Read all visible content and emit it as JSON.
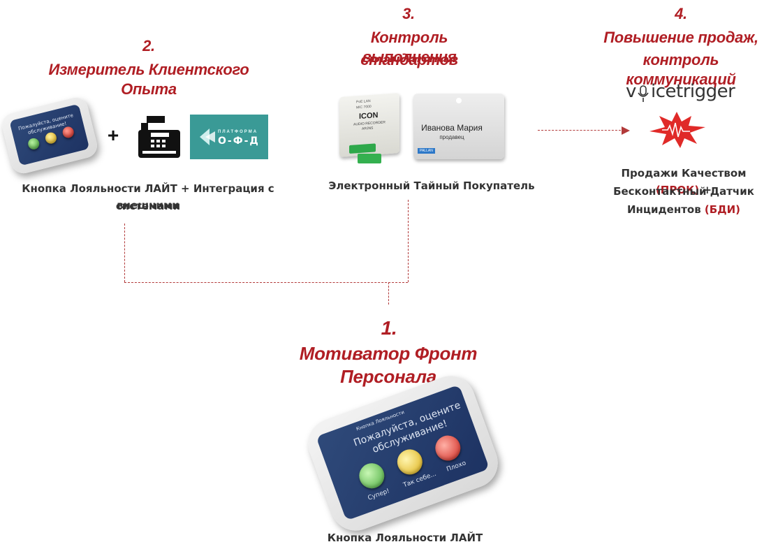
{
  "step1": {
    "number": "1.",
    "title": "Мотиватор Фронт Персонала",
    "caption": "Кнопка Лояльности ЛАЙТ"
  },
  "step2": {
    "number": "2.",
    "title": "Измеритель Клиентского Опыта",
    "caption_line1": "Кнопка Лояльности ЛАЙТ + Интеграция с внешними",
    "caption_line2": "системами",
    "plus": "+",
    "ofd_top": "ПЛАТФОРМА",
    "ofd_main": "О-Ф-Д"
  },
  "step3": {
    "number": "3.",
    "title_line1": "Контроль выполнения",
    "title_line2": "стандартов",
    "caption": "Электронный Тайный Покупатель",
    "recorder_label": "ICON",
    "recorder_sub1": "AUDIO RECORDER",
    "recorder_sub2": "ARJNS",
    "recorder_top1": "PoE LAN",
    "recorder_top2": "MIC 7000",
    "badge_name": "Иванова Мария",
    "badge_role": "продавец",
    "badge_brand": "PALLAN"
  },
  "step4": {
    "number": "4.",
    "title_line1": "Повышение продаж,",
    "title_line2": "контроль коммуникаций",
    "logo_v": "v",
    "logo_rest": "icetrigger",
    "caption_l1_a": "Продажи Качеством ",
    "caption_l1_b": "(ПРОК)",
    "caption_l1_c": " +",
    "caption_l2": "Бесконтактный Датчик",
    "caption_l3_a": "Инцидентов ",
    "caption_l3_b": "(БДИ)"
  },
  "device": {
    "header": "Кнопка Лояльности",
    "line1": "Пожалуйста, оцените",
    "line2": "обслуживание!",
    "btn_green": "Супер!",
    "btn_yellow": "Так себе...",
    "btn_red": "Плохо"
  },
  "colors": {
    "accent": "#b01e24",
    "green": "#4caf50",
    "yellow": "#f2c31a",
    "red": "#e0322b",
    "ofd_bg": "#3a9a96"
  },
  "icons": [
    "cash-register-icon",
    "ofd-logo-icon",
    "microphone-icon",
    "spark-icon"
  ]
}
